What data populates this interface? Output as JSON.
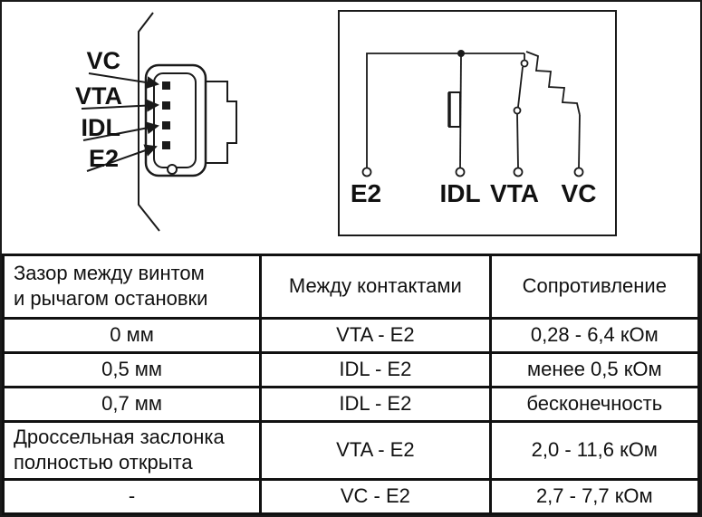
{
  "connector": {
    "pin_labels": [
      "VC",
      "VTA",
      "IDL",
      "E2"
    ]
  },
  "schematic": {
    "terminal_labels": [
      "E2",
      "IDL",
      "VTA",
      "VC"
    ]
  },
  "table": {
    "header": {
      "col1_line1": "Зазор между винтом",
      "col1_line2": "и рычагом остановки",
      "col2": "Между контактами",
      "col3": "Сопротивление"
    },
    "rows": [
      {
        "gap": "0 мм",
        "contacts": "VTA - E2",
        "resistance": "0,28 - 6,4 кОм"
      },
      {
        "gap": "0,5 мм",
        "contacts": "IDL - E2",
        "resistance": "менее 0,5 кОм"
      },
      {
        "gap": "0,7 мм",
        "contacts": "IDL - E2",
        "resistance": "бесконечность"
      },
      {
        "gap_line1": "Дроссельная заслонка",
        "gap_line2": "полностью открыта",
        "contacts": "VTA - E2",
        "resistance": "2,0 - 11,6 кОм"
      },
      {
        "gap": "-",
        "contacts": "VC - E2",
        "resistance": "2,7 - 7,7 кОм"
      }
    ]
  }
}
